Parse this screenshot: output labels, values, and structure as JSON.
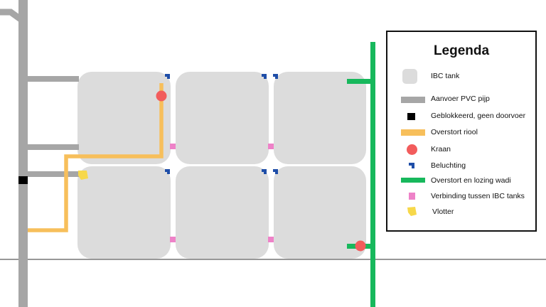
{
  "colors": {
    "background": "#ffffff",
    "tank": "#dcdcdc",
    "pvc_pipe": "#a6a6a6",
    "blocked": "#000000",
    "overflow_sewer": "#f7bf5b",
    "tap": "#f25c5c",
    "vent": "#1f4ea8",
    "wadi": "#17b85c",
    "connection": "#ee82c8",
    "float": "#f7d84a",
    "ground_line": "#777777"
  },
  "legend": {
    "title": "Legenda",
    "items": [
      {
        "label": "IBC tank",
        "symbol": "tank-square-icon",
        "color": "#dcdcdc"
      },
      {
        "label": "Aanvoer PVC pijp",
        "symbol": "gray-bar-icon",
        "color": "#a6a6a6"
      },
      {
        "label": "Geblokkeerd, geen doorvoer",
        "symbol": "black-square-icon",
        "color": "#000000"
      },
      {
        "label": "Overstort riool",
        "symbol": "orange-bar-icon",
        "color": "#f7bf5b"
      },
      {
        "label": "Kraan",
        "symbol": "red-circle-icon",
        "color": "#f25c5c"
      },
      {
        "label": "Beluchting",
        "symbol": "blue-vent-icon",
        "color": "#1f4ea8"
      },
      {
        "label": "Overstort en lozing wadi",
        "symbol": "green-bar-icon",
        "color": "#17b85c"
      },
      {
        "label": "Verbinding tussen IBC tanks",
        "symbol": "pink-square-icon",
        "color": "#ee82c8"
      },
      {
        "label": "Vlotter",
        "symbol": "yellow-float-icon",
        "color": "#f7d84a"
      }
    ]
  }
}
